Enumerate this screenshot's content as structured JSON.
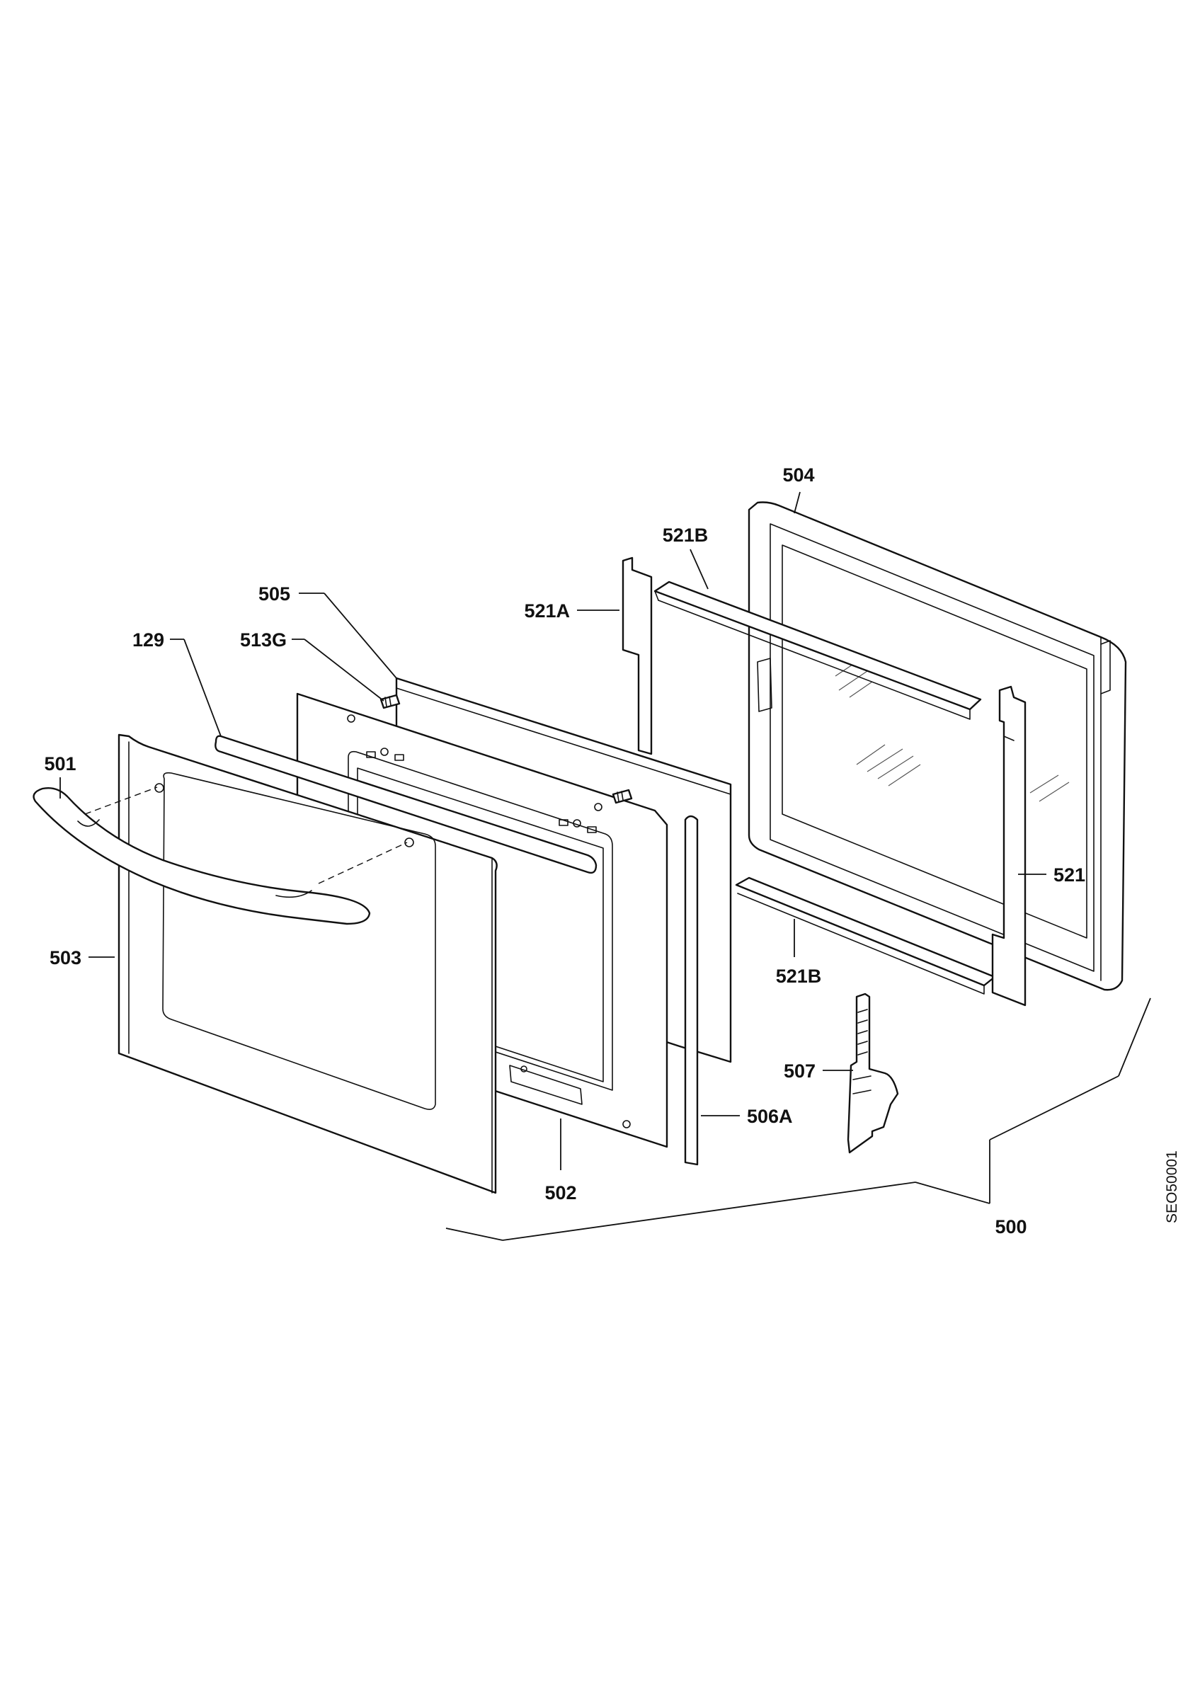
{
  "drawing_code": "SEO50001",
  "callouts": {
    "c504": "504",
    "c521B_top": "521B",
    "c505": "505",
    "c521A": "521A",
    "c129": "129",
    "c513G": "513G",
    "c501": "501",
    "c521": "521",
    "c503": "503",
    "c521B_bottom": "521B",
    "c507": "507",
    "c506A": "506A",
    "c502": "502",
    "c500": "500"
  }
}
